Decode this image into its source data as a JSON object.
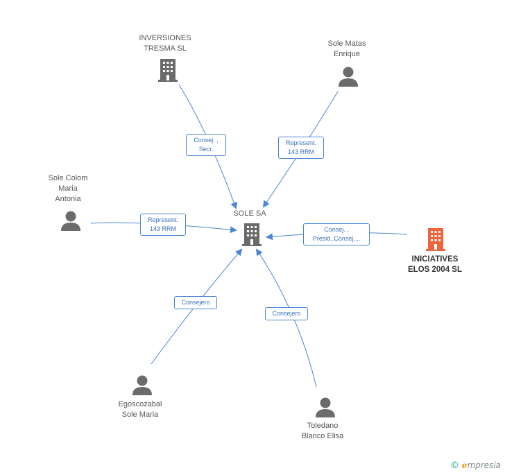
{
  "nodes": {
    "center": {
      "label": "SOLE SA",
      "icon": "building-icon",
      "color": "#6b6b6b"
    },
    "inversiones": {
      "label": "INVERSIONES\nTRESMA SL",
      "icon": "building-icon",
      "color": "#6b6b6b"
    },
    "sole_matas": {
      "label": "Sole Matas\nEnrique",
      "icon": "person-icon",
      "color": "#6b6b6b"
    },
    "sole_colom": {
      "label": "Sole Colom\nMaria\nAntonia",
      "icon": "person-icon",
      "color": "#6b6b6b"
    },
    "iniciatives": {
      "label": "INICIATIVES\nELOS 2004 SL",
      "icon": "building-icon",
      "color": "#f0643c"
    },
    "egoscozabal": {
      "label": "Egoscozabal\nSole Maria",
      "icon": "person-icon",
      "color": "#6b6b6b"
    },
    "toledano": {
      "label": "Toledano\nBlanco Elisa",
      "icon": "person-icon",
      "color": "#6b6b6b"
    }
  },
  "edges": {
    "inversiones": {
      "label": "Consej. ,\nSecr."
    },
    "sole_matas": {
      "label": "Represent.\n143 RRM"
    },
    "sole_colom": {
      "label": "Represent.\n143 RRM"
    },
    "iniciatives": {
      "label": "Consej. ,\nPresid.,Consej...."
    },
    "egoscozabal": {
      "label": "Consejero"
    },
    "toledano": {
      "label": "Consejero"
    }
  },
  "colors": {
    "edge": "#4a86d4",
    "accent": "#f0643c"
  },
  "brand": {
    "copyright": "©",
    "e": "e",
    "rest": "mpresia"
  }
}
